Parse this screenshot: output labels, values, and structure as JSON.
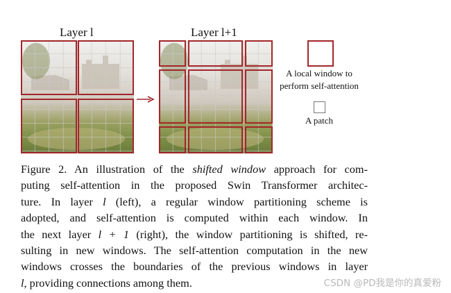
{
  "figure": {
    "left_title": "Layer l",
    "right_title": "Layer l+1",
    "legend": {
      "window_label_1": "A local window to",
      "window_label_2": "perform self-attention",
      "patch_label": "A patch"
    },
    "colors": {
      "window_border": "#a3262a",
      "patch_grid": "#c9c9c9",
      "sky": "#eeeeec",
      "building": "#cdc6bc",
      "foliage": "#7e8f47",
      "water": "#8c9aa8"
    }
  },
  "caption": {
    "prefix": "Figure 2. An illustration of the ",
    "em": "shifted window",
    "line1_suffix": " approach for com-",
    "line2": "puting self-attention in the proposed Swin Transformer architec-",
    "line3a": "ture.  In layer ",
    "line3_var": "l",
    "line3b": " (left), a regular window partitioning scheme is",
    "line4": "adopted, and self-attention is computed within each window.  In",
    "line5a": "the next layer ",
    "line5_expr": "l + 1",
    "line5b": " (right), the window partitioning is shifted, re-",
    "line6": "sulting in new windows. The self-attention computation in the new",
    "line7": "windows crosses the boundaries of the previous windows in layer",
    "line8_var": "l",
    "line8b": ", providing connections among them."
  },
  "watermark": "CSDN @PD我是你的真爱粉"
}
